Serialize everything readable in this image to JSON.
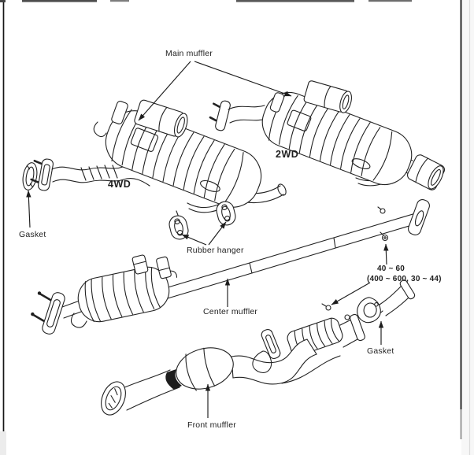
{
  "figure": {
    "paper_color": "#ffffff",
    "ink_color": "#222222"
  },
  "labels": {
    "main_muffler": "Main muffler",
    "variant_4wd": "4WD",
    "variant_2wd": "2WD",
    "gasket_left": "Gasket",
    "rubber_hanger": "Rubber hanger",
    "center_muffler": "Center muffler",
    "gasket_right": "Gasket",
    "front_muffler": "Front muffler",
    "torque": {
      "value": "40 ~ 60",
      "alt_units": "(400 ~ 600, 30 ~ 44)"
    }
  }
}
